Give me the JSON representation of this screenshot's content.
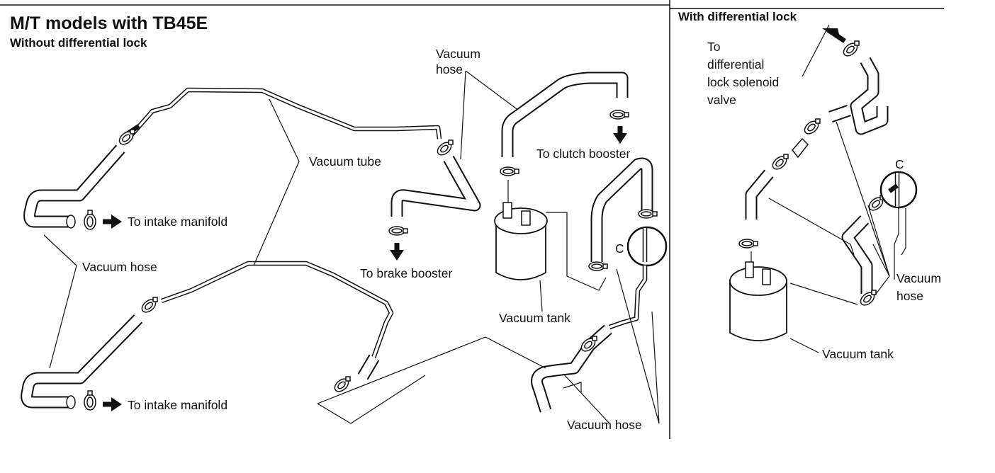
{
  "figure": {
    "title": "M/T models with TB45E",
    "left_panel": {
      "subtitle": "Without differential lock"
    },
    "right_panel": {
      "subtitle": "With differential lock"
    }
  },
  "labels": {
    "vacuum_tube": "Vacuum tube",
    "vacuum_hose_left": "Vacuum hose",
    "to_intake_manifold_upper": "To intake manifold",
    "to_intake_manifold_lower": "To intake manifold",
    "vacuum_hose_top_line1": "Vacuum",
    "vacuum_hose_top_line2": "hose",
    "to_brake_booster": "To brake booster",
    "to_clutch_booster": "To clutch booster",
    "vacuum_tank_left": "Vacuum tank",
    "detail_c_left": "C",
    "vacuum_hose_bottom": "Vacuum hose",
    "to_diff_line1": "To",
    "to_diff_line2": "differential",
    "to_diff_line3": "lock solenoid",
    "to_diff_line4": "valve",
    "detail_c_right": "C",
    "vacuum_hose_right_line1": "Vacuum",
    "vacuum_hose_right_line2": "hose",
    "vacuum_tank_right": "Vacuum tank"
  },
  "icons": [
    "arrow-right-icon",
    "arrow-down-icon",
    "arrow-up-left-icon",
    "hose-clamp-icon",
    "vacuum-tank-icon",
    "detail-circle-icon"
  ]
}
